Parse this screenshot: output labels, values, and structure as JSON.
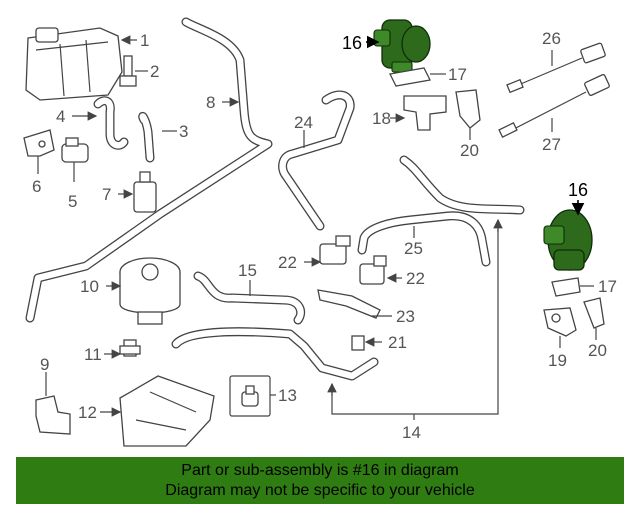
{
  "callouts": {
    "c1": "1",
    "c2": "2",
    "c3": "3",
    "c4": "4",
    "c5": "5",
    "c6": "6",
    "c7": "7",
    "c8": "8",
    "c9": "9",
    "c10": "10",
    "c11": "11",
    "c12": "12",
    "c13": "13",
    "c14": "14",
    "c15": "15",
    "c16a": "16",
    "c16b": "16",
    "c17a": "17",
    "c17b": "17",
    "c18": "18",
    "c19": "19",
    "c20a": "20",
    "c20b": "20",
    "c21": "21",
    "c22a": "22",
    "c22b": "22",
    "c23": "23",
    "c24": "24",
    "c25": "25",
    "c26": "26",
    "c27": "27"
  },
  "highlighted_part": "16",
  "colors": {
    "highlight": "#2d6a1b",
    "banner": "#2f7d12",
    "line": "#444444"
  },
  "banner": {
    "line1": "Part or sub-assembly is #16 in diagram",
    "line2": "Diagram may not be specific to your vehicle"
  }
}
